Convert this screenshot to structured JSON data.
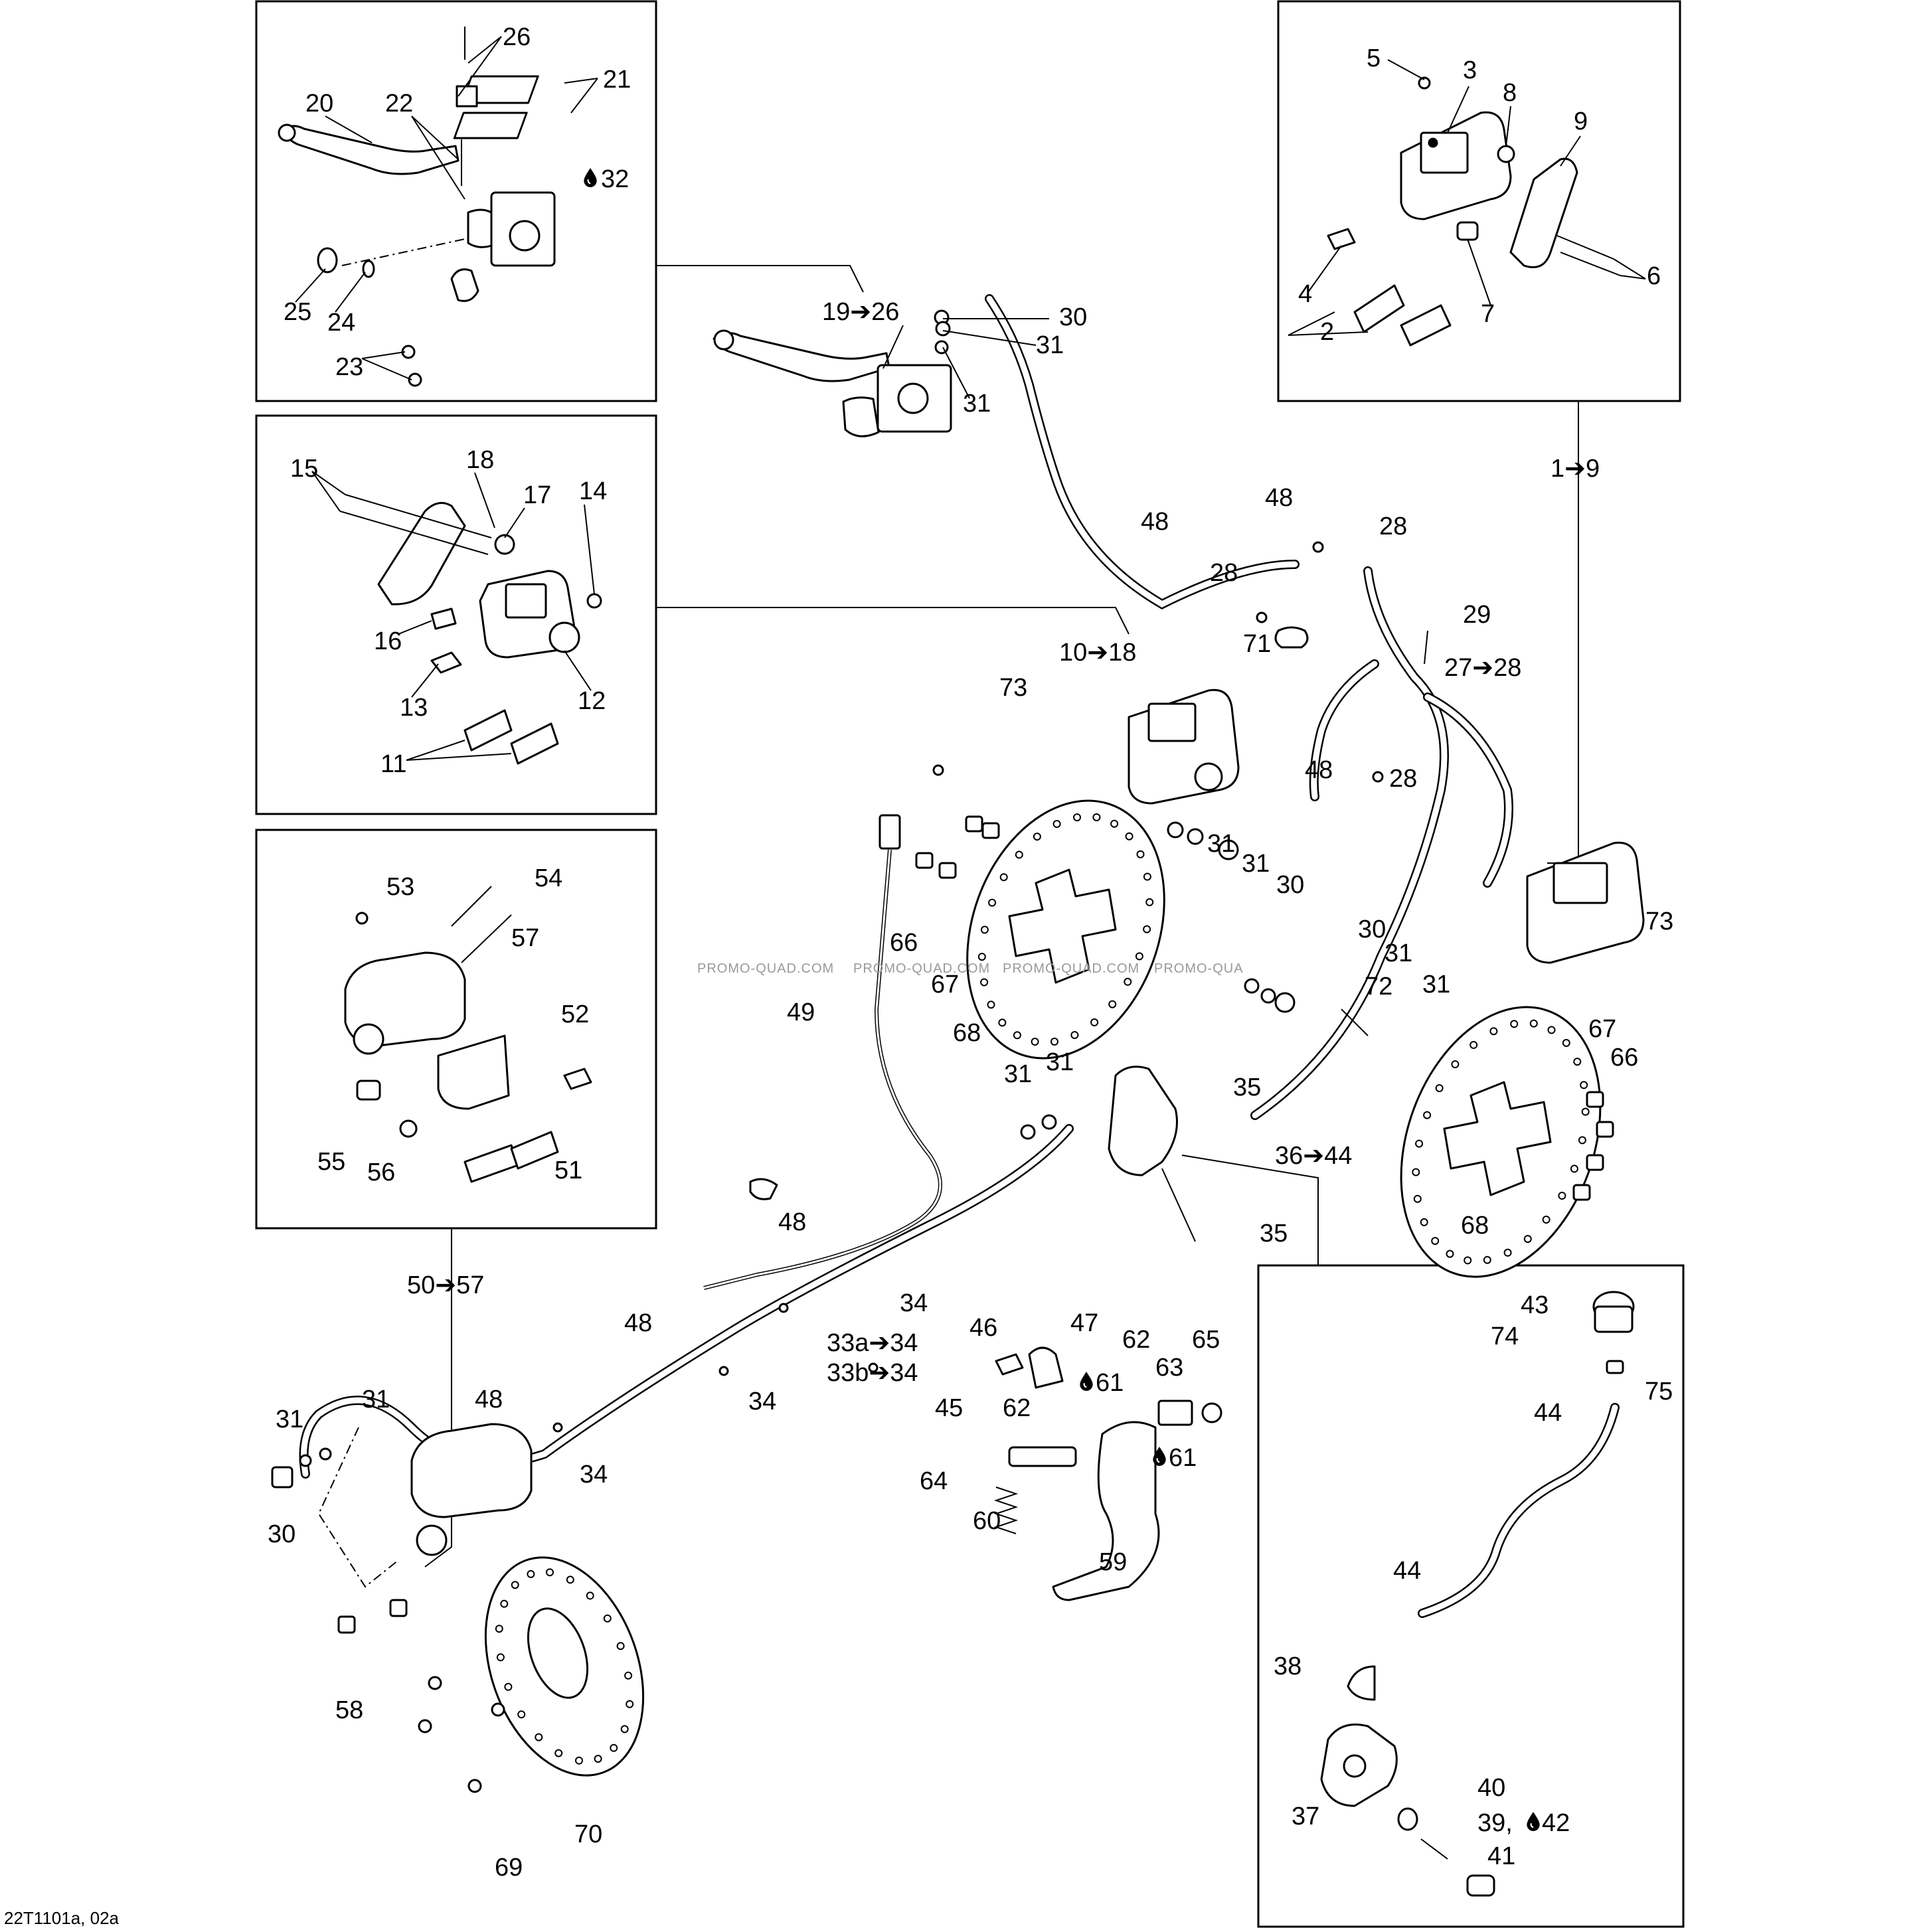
{
  "labels": {
    "l1_9": "1➔9",
    "l2": "2",
    "l3": "3",
    "l4": "4",
    "l5": "5",
    "l6": "6",
    "l7": "7",
    "l8": "8",
    "l9": "9",
    "l10_18": "10➔18",
    "l11": "11",
    "l12": "12",
    "l13": "13",
    "l14": "14",
    "l15": "15",
    "l16": "16",
    "l17": "17",
    "l18": "18",
    "l19_26": "19➔26",
    "l20": "20",
    "l21": "21",
    "l22": "22",
    "l23": "23",
    "l24": "24",
    "l25": "25",
    "l26": "26",
    "l27_28": "27➔28",
    "l28a": "28",
    "l28b": "28",
    "l28c": "28",
    "l29": "29",
    "l30a": "30",
    "l30b": "30",
    "l30c": "30",
    "l30d": "30",
    "l31a": "31",
    "l31b": "31",
    "l31c": "31",
    "l31d": "31",
    "l31e": "31",
    "l31f": "31",
    "l31g": "31",
    "l31h": "31",
    "l31i": "31",
    "l31j": "31",
    "l32": "32",
    "l33a": "33a➔34",
    "l33b": "33b➔34",
    "l34a": "34",
    "l34b": "34",
    "l34c": "34",
    "l35a": "35",
    "l35b": "35",
    "l36_44": "36➔44",
    "l37": "37",
    "l38": "38",
    "l39_42": "39, ",
    "l42": "42",
    "l40": "40",
    "l41": "41",
    "l43": "43",
    "l44a": "44",
    "l44b": "44",
    "l45": "45",
    "l46": "46",
    "l47": "47",
    "l48a": "48",
    "l48b": "48",
    "l48c": "48",
    "l48d": "48",
    "l48e": "48",
    "l48f": "48",
    "l49": "49",
    "l50_57": "50➔57",
    "l51": "51",
    "l52": "52",
    "l53": "53",
    "l54": "54",
    "l55": "55",
    "l56": "56",
    "l57": "57",
    "l58": "58",
    "l59": "59",
    "l60": "60",
    "l61a": "61",
    "l61b": "61",
    "l62a": "62",
    "l62b": "62",
    "l63": "63",
    "l64": "64",
    "l65": "65",
    "l66a": "66",
    "l66b": "66",
    "l67a": "67",
    "l67b": "67",
    "l68a": "68",
    "l68b": "68",
    "l69": "69",
    "l70": "70",
    "l71": "71",
    "l72": "72",
    "l73a": "73",
    "l73b": "73",
    "l74": "74",
    "l75": "75"
  },
  "watermark": [
    "PROMO-QUAD.COM",
    "PROMO-QUAD.COM",
    "PROMO-QUAD.COM",
    "PROMO-QUA"
  ],
  "drawing_code": "22T1101a, 02a",
  "icons": {
    "oil_drop": "oil-drop-icon",
    "arrow": "➔"
  }
}
